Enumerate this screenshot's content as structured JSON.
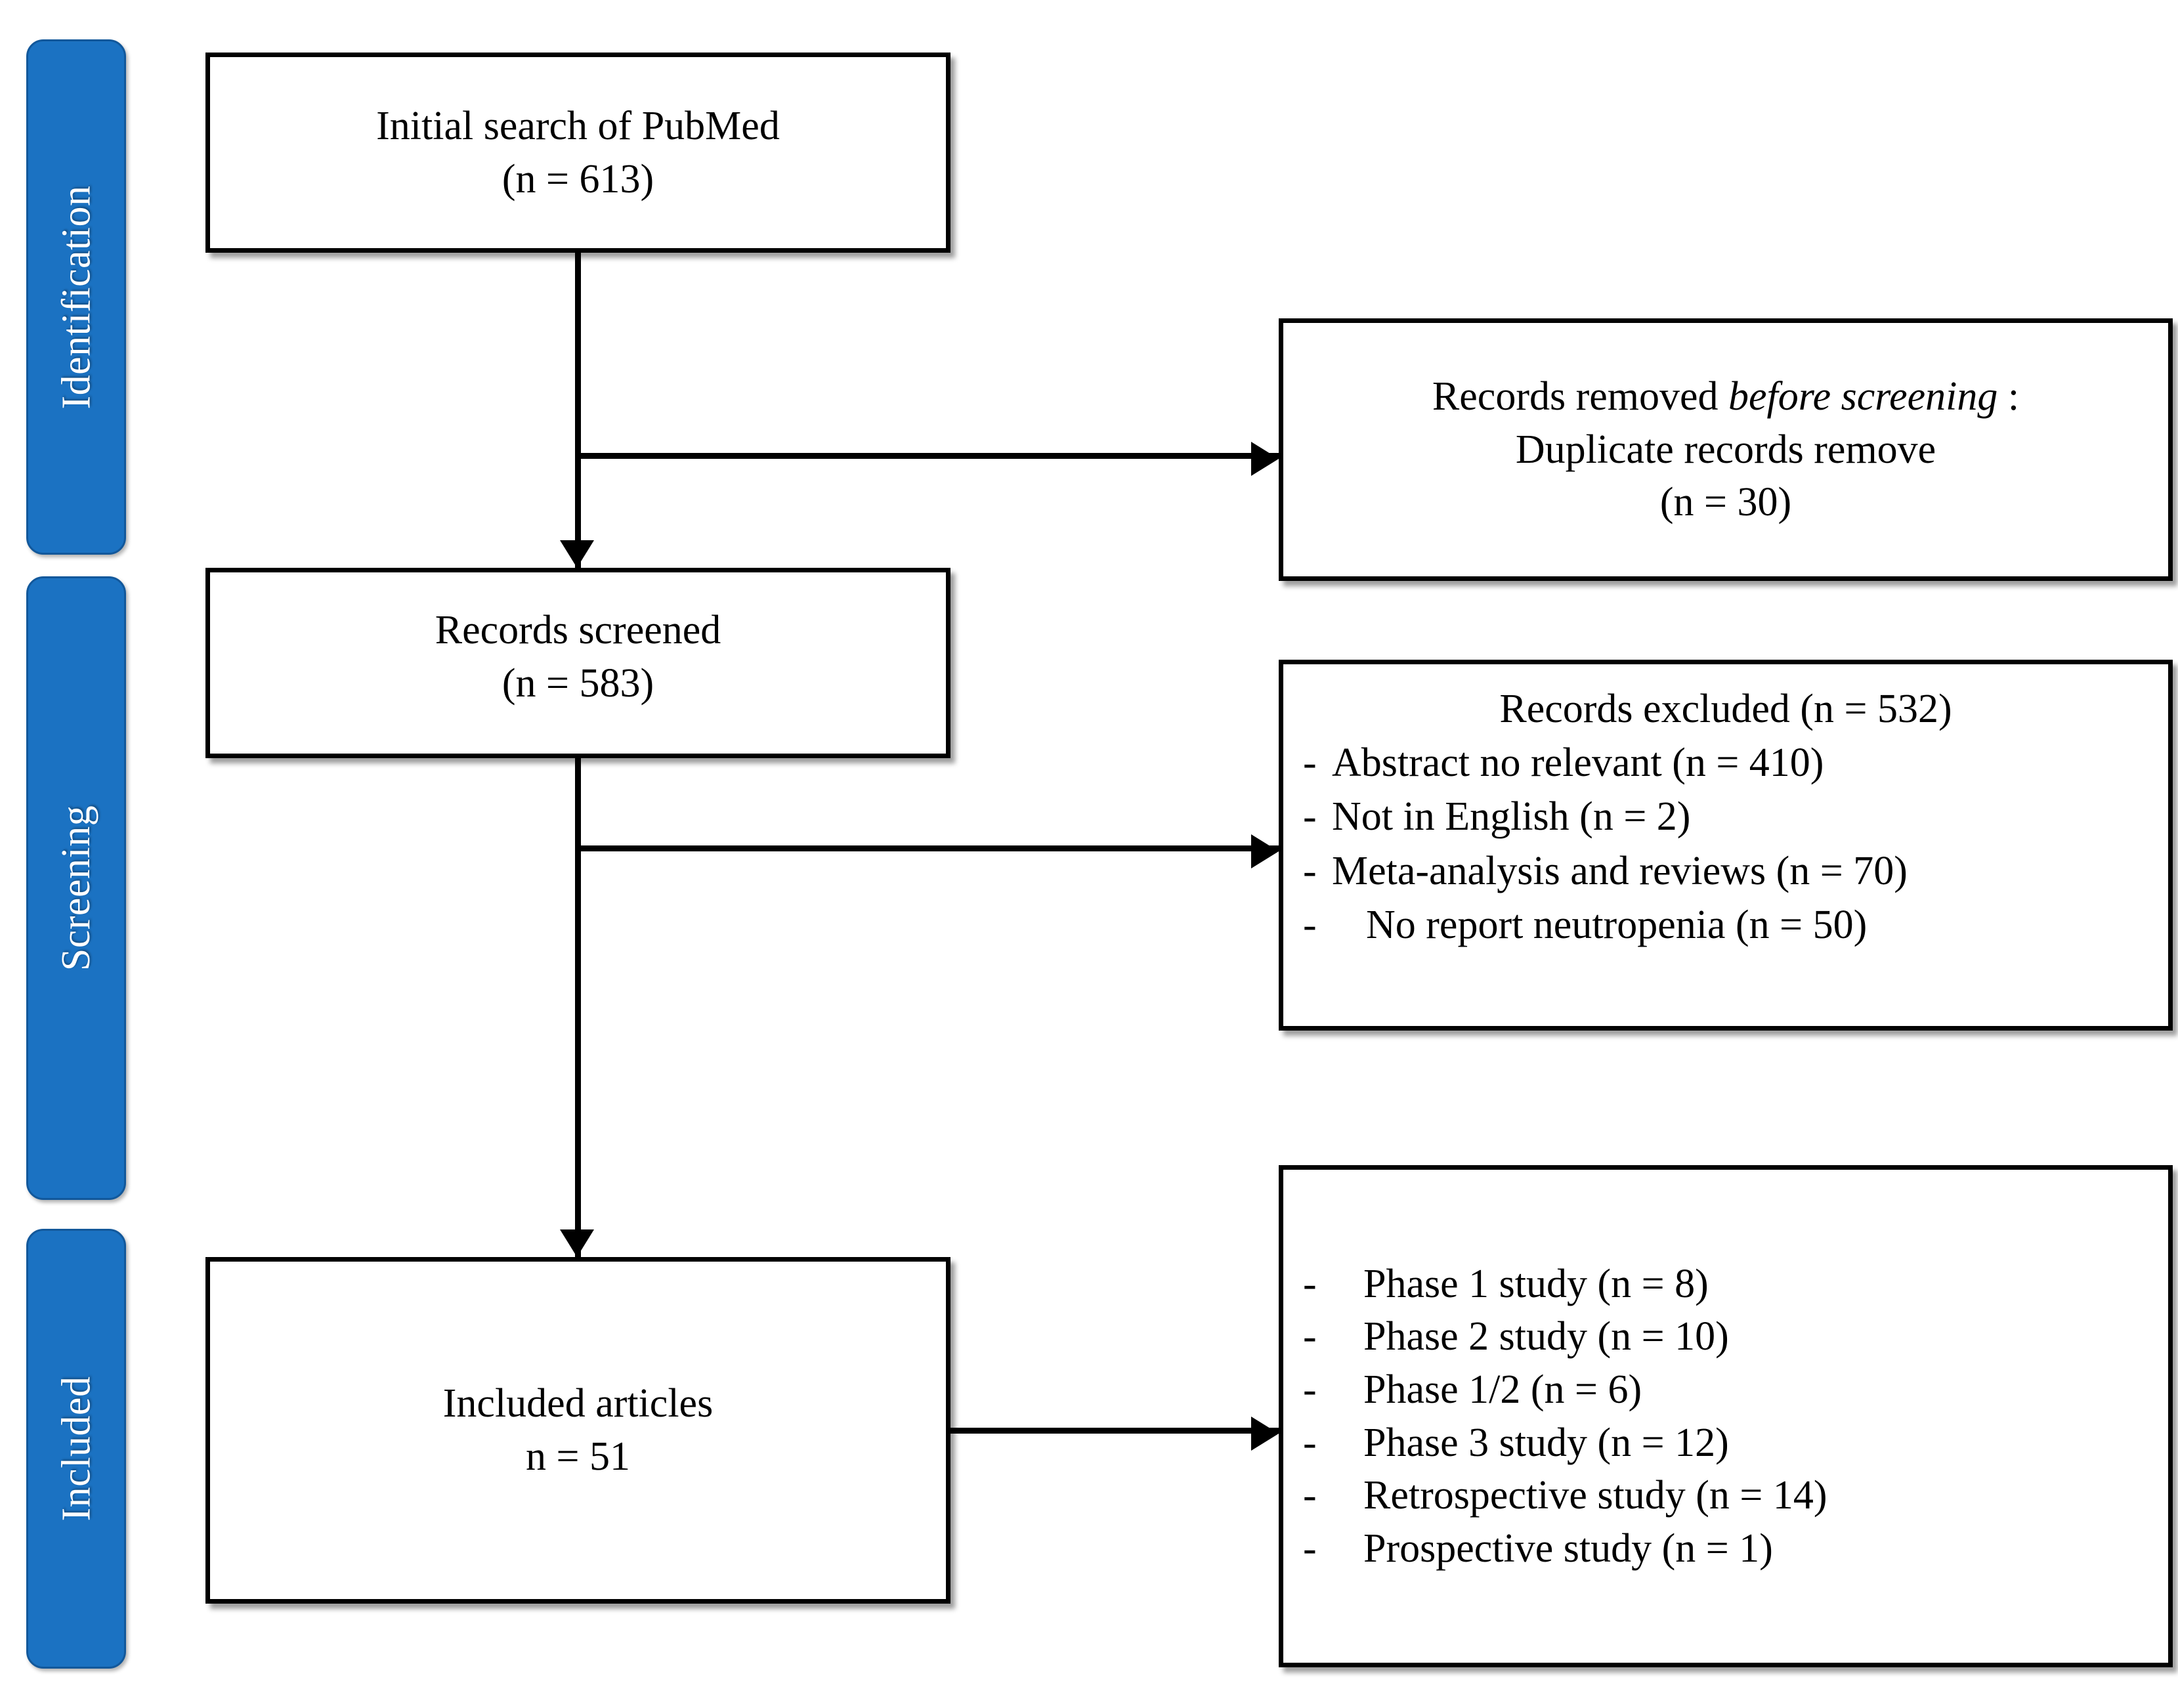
{
  "stages": [
    {
      "label": "Identification"
    },
    {
      "label": "Screening"
    },
    {
      "label": "Included"
    }
  ],
  "boxes": {
    "initial_search": {
      "line1": "Initial search of PubMed",
      "line2": "(n = 613)"
    },
    "records_removed": {
      "line1_prefix": "Records removed ",
      "line1_italic": "before screening",
      "line1_suffix": " :",
      "line2": "Duplicate records remove",
      "line3": "(n = 30)"
    },
    "records_screened": {
      "line1": "Records screened",
      "line2": "(n = 583)"
    },
    "records_excluded": {
      "heading": "Records excluded (n = 532)",
      "items": [
        {
          "dash": "-",
          "text": "Abstract no relevant (n = 410)",
          "indented": false
        },
        {
          "dash": "-",
          "text": "Not in English (n = 2)",
          "indented": false
        },
        {
          "dash": "-",
          "text": "Meta-analysis and reviews (n = 70)",
          "indented": false
        },
        {
          "dash": "-",
          "text": "No report neutropenia (n = 50)",
          "indented": true
        }
      ]
    },
    "included_articles": {
      "line1": "Included articles",
      "line2": "n = 51"
    },
    "study_types": {
      "items": [
        {
          "dash": "-",
          "text": "Phase 1 study (n = 8)"
        },
        {
          "dash": "-",
          "text": "Phase 2 study (n = 10)"
        },
        {
          "dash": "-",
          "text": "Phase 1/2 (n = 6)"
        },
        {
          "dash": "-",
          "text": "Phase 3 study (n = 12)"
        },
        {
          "dash": "-",
          "text": "Retrospective study (n = 14)"
        },
        {
          "dash": "-",
          "text": "Prospective study (n = 1)"
        }
      ]
    }
  },
  "colors": {
    "stage_bar_fill": "#1B72C2",
    "stage_bar_border": "#12589B",
    "stage_bar_text": "#FFFFFF",
    "box_border": "#000000",
    "box_fill": "#FFFFFF",
    "connector": "#000000"
  }
}
